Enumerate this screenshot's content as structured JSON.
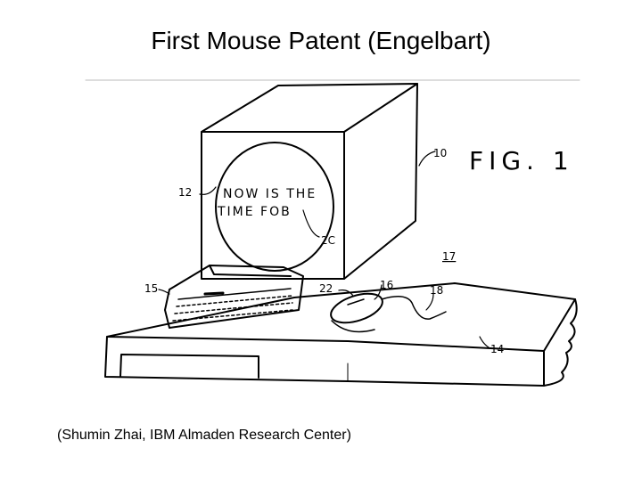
{
  "title": "First Mouse Patent (Engelbart)",
  "figure": {
    "fig_label": "FIG. 1",
    "screen_text": [
      "NOW IS THE",
      "TIME FOB"
    ],
    "refs": {
      "r10": "10",
      "r12": "12",
      "r14": "14",
      "r15": "15",
      "r16": "16",
      "r17": "17",
      "r18": "18",
      "r20": "2C",
      "r22": "22"
    }
  },
  "credit": "(Shumin Zhai,  IBM Almaden Research Center)"
}
